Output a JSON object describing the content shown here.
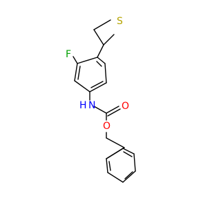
{
  "molecule": {
    "atoms": {
      "sulfur": "S",
      "fluorine": "F",
      "nitrogen": "N",
      "amine_hydrogen": "H",
      "carbonyl_oxygen": "O",
      "ester_oxygen": "O"
    },
    "colors": {
      "bond": "#000000",
      "sulfur": "#b5a400",
      "fluorine": "#00a000",
      "nitrogen": "#0000ff",
      "oxygen": "#ff0000"
    }
  }
}
